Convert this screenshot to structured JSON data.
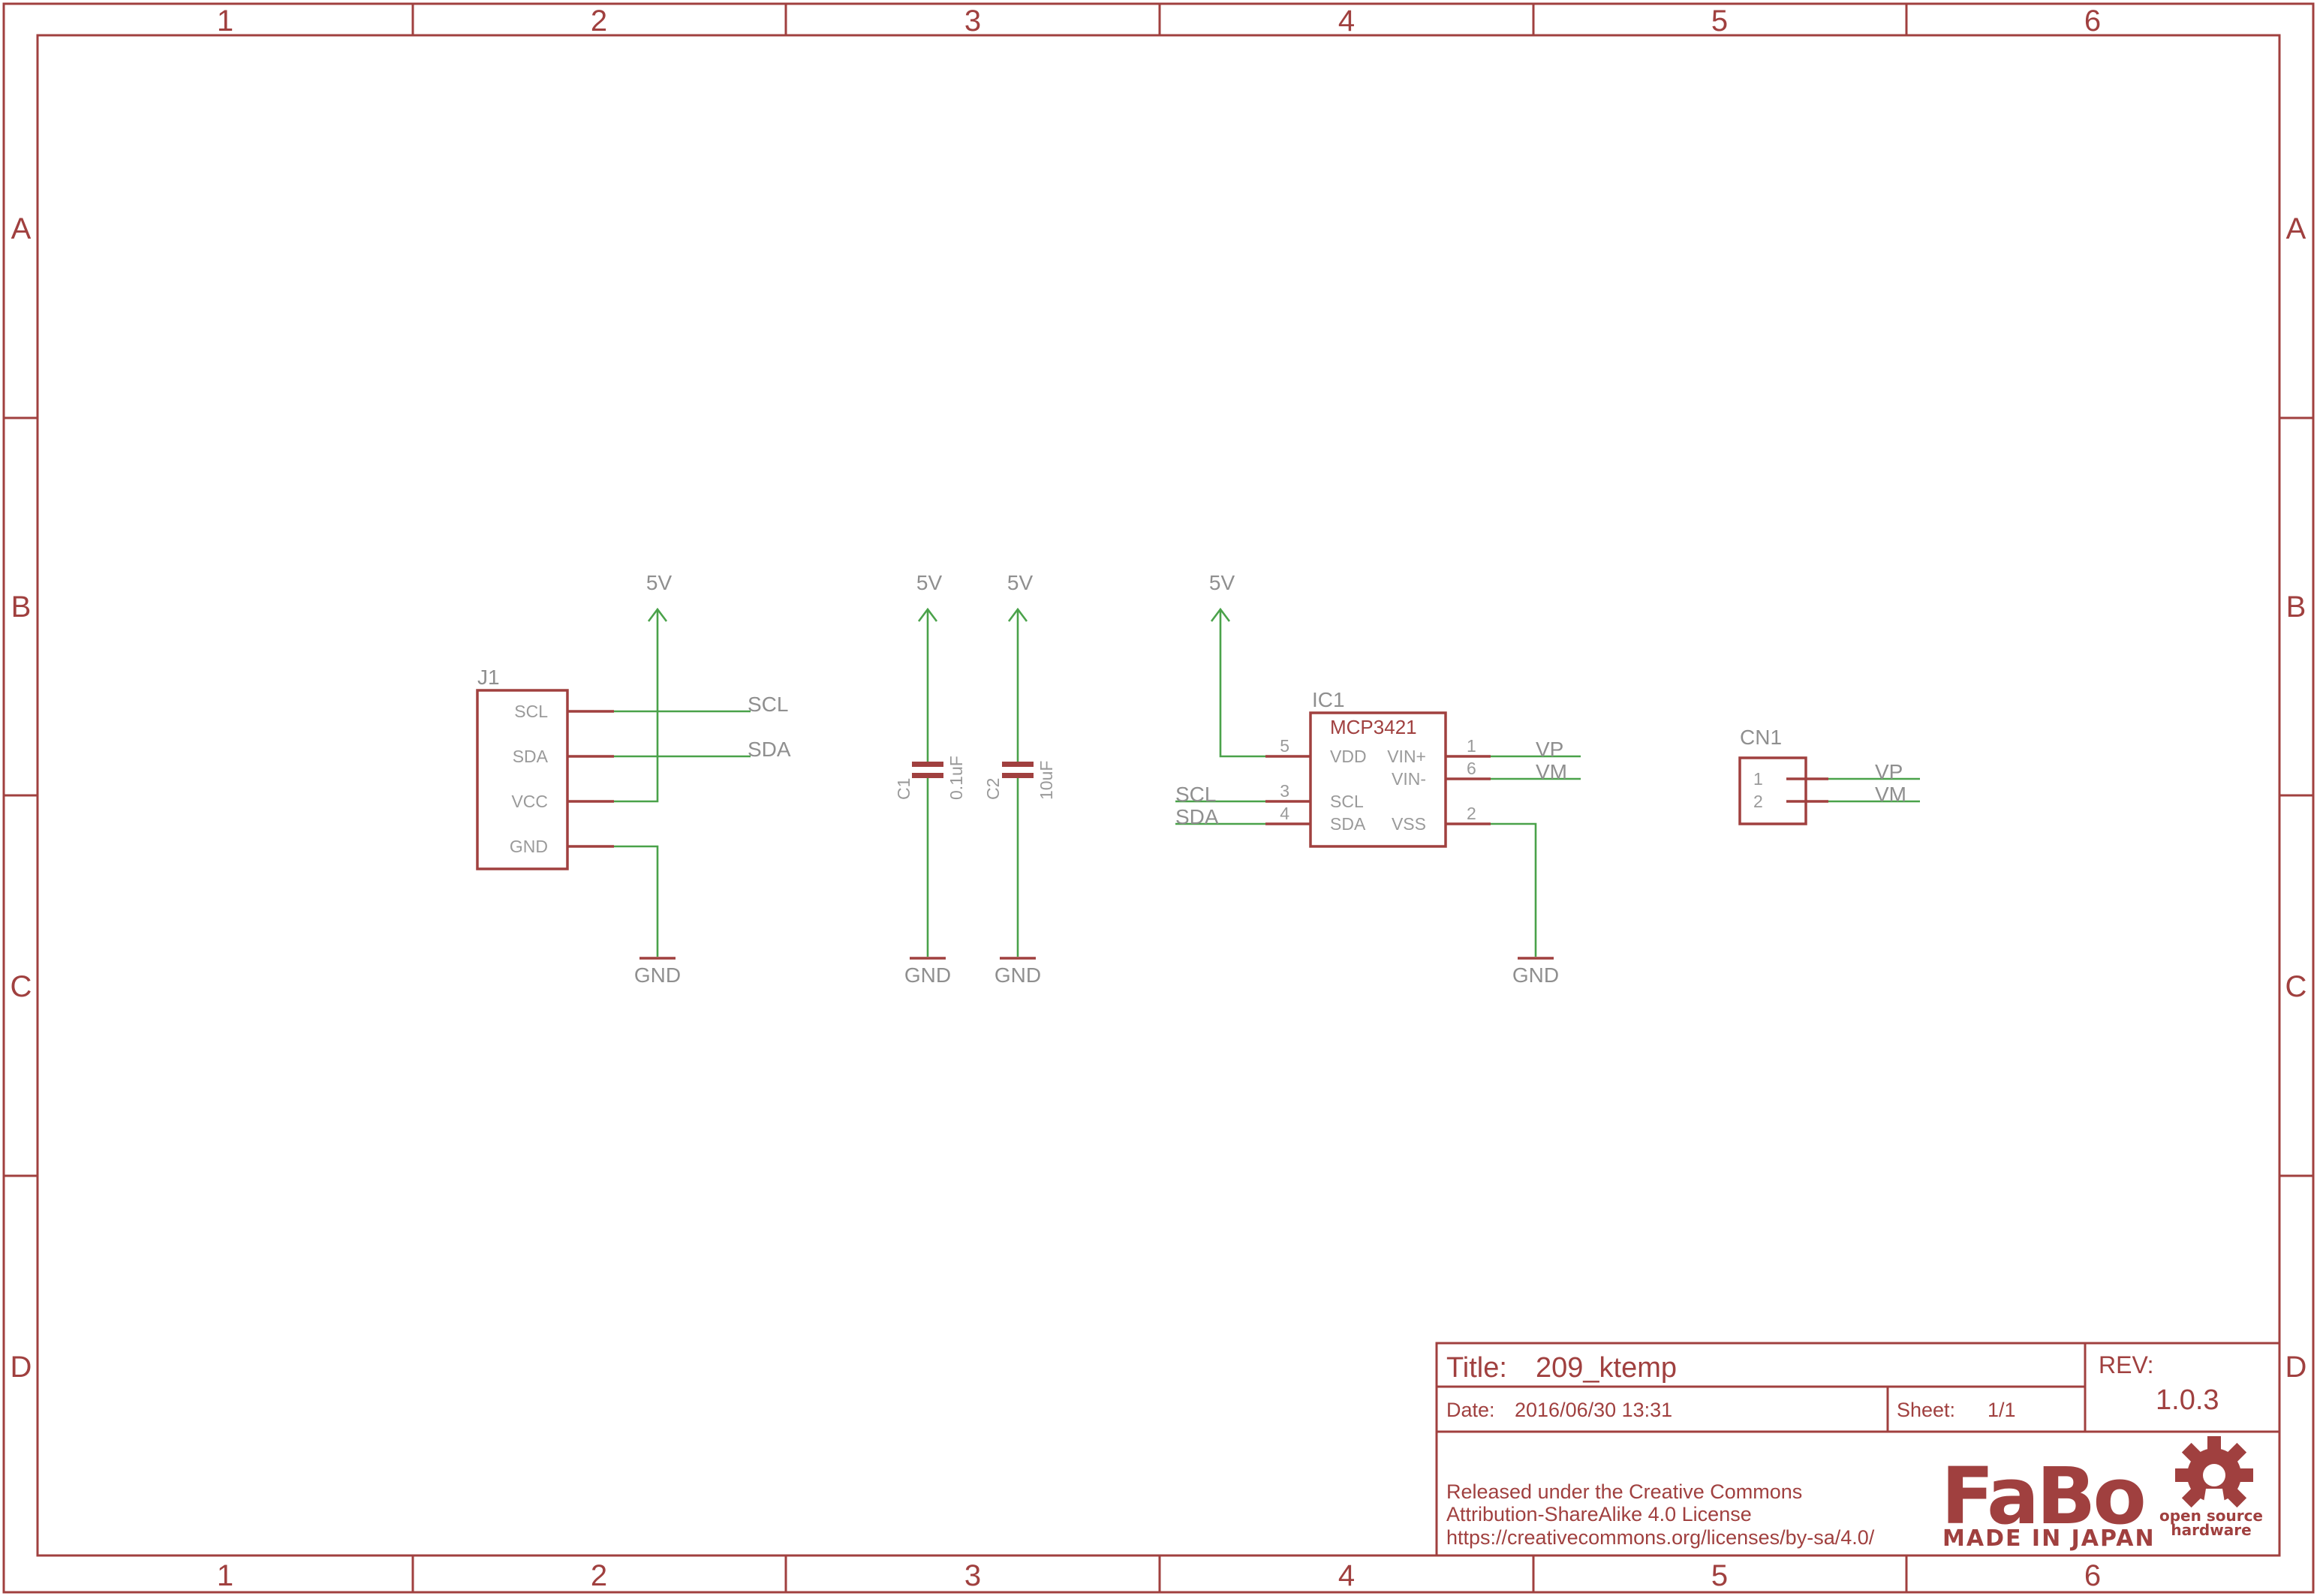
{
  "sheet": {
    "columns": [
      "1",
      "2",
      "3",
      "4",
      "5",
      "6"
    ],
    "rows": [
      "A",
      "B",
      "C",
      "D"
    ]
  },
  "j1": {
    "ref": "J1",
    "pins": [
      "SCL",
      "SDA",
      "VCC",
      "GND"
    ],
    "nets": {
      "scl": "SCL",
      "sda": "SDA"
    },
    "power": "5V",
    "ground": "GND"
  },
  "c1": {
    "ref": "C1",
    "value": "0.1uF",
    "power": "5V",
    "ground": "GND"
  },
  "c2": {
    "ref": "C2",
    "value": "10uF",
    "power": "5V",
    "ground": "GND"
  },
  "ic1": {
    "ref": "IC1",
    "part": "MCP3421",
    "pins_left": [
      {
        "num": "5",
        "name": "VDD"
      },
      {
        "num": "3",
        "name": "SCL"
      },
      {
        "num": "4",
        "name": "SDA"
      }
    ],
    "pins_right": [
      {
        "num": "1",
        "name": "VIN+"
      },
      {
        "num": "6",
        "name": "VIN-"
      },
      {
        "num": "2",
        "name": "VSS"
      }
    ],
    "nets": {
      "scl": "SCL",
      "sda": "SDA",
      "vp": "VP",
      "vm": "VM"
    },
    "power": "5V",
    "ground": "GND"
  },
  "cn1": {
    "ref": "CN1",
    "pins": [
      "1",
      "2"
    ],
    "nets": {
      "vp": "VP",
      "vm": "VM"
    }
  },
  "title_block": {
    "title_label": "Title:",
    "title": "209_ktemp",
    "rev_label": "REV:",
    "rev": "1.0.3",
    "date_label": "Date:",
    "date": "2016/06/30 13:31",
    "sheet_label": "Sheet:",
    "sheet": "1/1",
    "license_line1": "Released under the Creative Commons",
    "license_line2": "Attribution-ShareAlike 4.0 License",
    "license_line3": "https://creativecommons.org/licenses/by-sa/4.0/",
    "logo_text": "FaBo",
    "logo_sub": "MADE IN JAPAN",
    "oshw_line1": "open source",
    "oshw_line2": "hardware"
  },
  "colors": {
    "frame": "#a0403f",
    "wire": "#4aa24a",
    "label": "#8f8f8f"
  }
}
